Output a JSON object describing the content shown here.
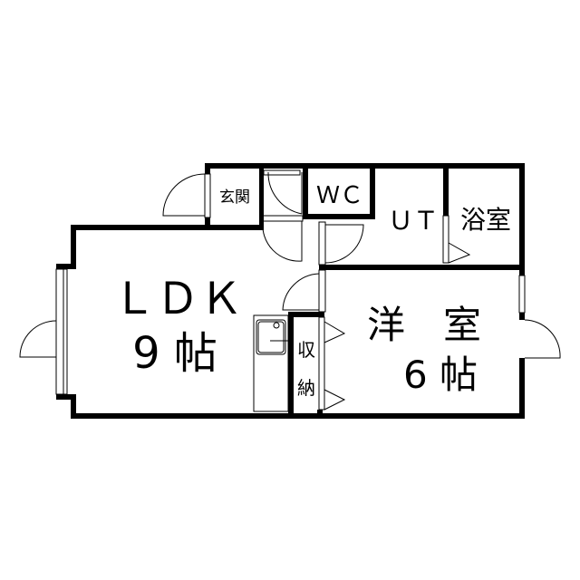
{
  "rooms": {
    "genkan": "玄関",
    "wc": "ＷＣ",
    "ut": "ＵＴ",
    "bath": "浴室",
    "ldk": "ＬＤＫ",
    "ldk_size": "9 帖",
    "western": "洋　室",
    "western_size": "6 帖",
    "storage_1": "収",
    "storage_2": "納"
  }
}
